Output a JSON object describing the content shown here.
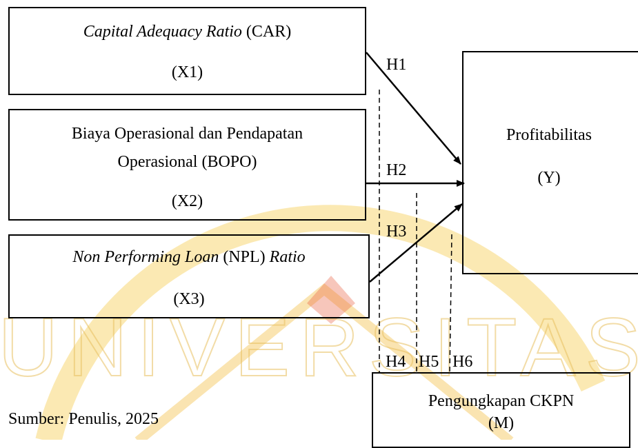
{
  "boxes": {
    "x1": {
      "name_italic": "Capital Adequacy Ratio",
      "name_plain": " (CAR)",
      "code": "(X1)"
    },
    "x2": {
      "name_line1": "Biaya Operasional dan Pendapatan",
      "name_line2": "Operasional (BOPO)",
      "code": "(X2)"
    },
    "x3": {
      "name_italic_1": "Non Performing Loan",
      "name_plain": " (NPL) ",
      "name_italic_2": "Ratio",
      "code": "(X3)"
    },
    "y": {
      "name": "Profitabilitas",
      "code": "(Y)"
    },
    "m": {
      "name": "Pengungkapan CKPN",
      "code": "(M)"
    }
  },
  "hypotheses": {
    "h1": "H1",
    "h2": "H2",
    "h3": "H3",
    "h4": "H4",
    "h5": "H5",
    "h6": "H6"
  },
  "source": "Sumber: Penulis, 2025",
  "watermark": {
    "text": "UNIVERSITAS",
    "color": "#f6c84a",
    "accent": "#e05a3a"
  }
}
